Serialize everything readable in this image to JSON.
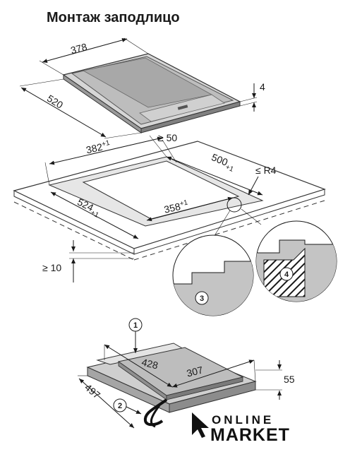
{
  "title": "Монтаж заподлицо",
  "hob": {
    "width": "378",
    "depth": "520",
    "thickness": "4"
  },
  "cutout": {
    "min_edge": "≥ 50",
    "outer_width": "382",
    "outer_width_tol": "+1",
    "outer_depth": "500",
    "outer_depth_tol": "+1",
    "radius": "≤ R4",
    "outer_depth2": "524",
    "outer_depth2_tol": "+1",
    "inner_width": "358",
    "inner_width_tol": "+1",
    "worktop_min": "≥ 10"
  },
  "details": {
    "left": "3",
    "right": "4"
  },
  "bottom": {
    "callout_1": "1",
    "callout_2": "2",
    "width": "428",
    "depth2": "307",
    "height": "55",
    "depth": "497"
  },
  "logo": {
    "line1": "ONLINE",
    "line2": "MARKET"
  }
}
